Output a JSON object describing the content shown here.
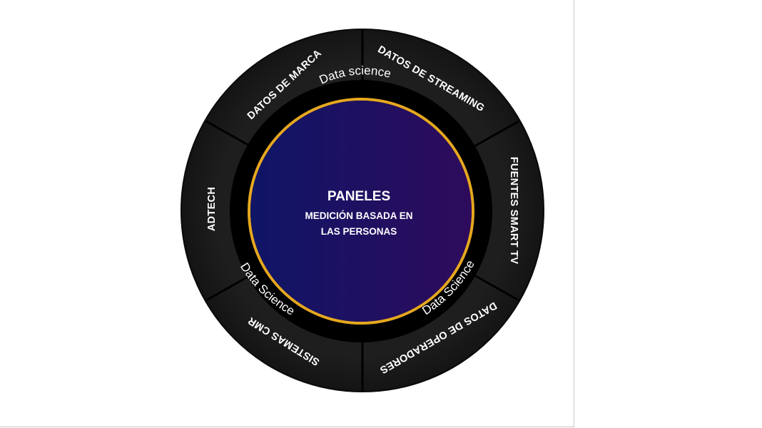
{
  "center": {
    "title": "PANELES",
    "subtitle_line1": "MEDICIÓN BASADA EN",
    "subtitle_line2": "LAS PERSONAS"
  },
  "data_science_labels": [
    "Data science",
    "Data Science",
    "Data Science"
  ],
  "segments": [
    {
      "label": "DATOS DE MARCA"
    },
    {
      "label": "DATOS DE STREAMING"
    },
    {
      "label": "FUENTES SMART TV"
    },
    {
      "label": "DATOS DE OPERADORES"
    },
    {
      "label": "SISTEMAS CMR"
    },
    {
      "label": "ADTECH"
    }
  ],
  "colors": {
    "outer_ring": "#1a1a1a",
    "divider": "#000000",
    "inner_ring": "#000000",
    "gold_ring": "#e6a81f",
    "center_left": "#0f1566",
    "center_right": "#2e0b5c",
    "text": "#ffffff"
  }
}
